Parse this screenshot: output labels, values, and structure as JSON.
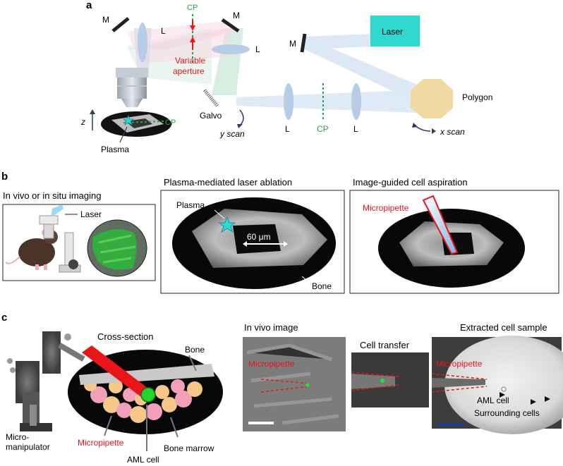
{
  "panel_a": {
    "letter": "a",
    "m_left": "M",
    "l_top_left": "L",
    "cp_top": "CP",
    "variable_aperture_1": "Variable",
    "variable_aperture_2": "aperture",
    "m_center": "M",
    "l_center": "L",
    "m_right": "M",
    "laser": "Laser",
    "polygon": "Polygon",
    "x_scan": "x scan",
    "galvo": "Galvo",
    "y_scan": "y scan",
    "l_bottom_1": "L",
    "cp_bottom": "CP",
    "l_bottom_2": "L",
    "z_axis": "z",
    "cp_sample": "CP",
    "plasma": "Plasma"
  },
  "panel_b": {
    "letter": "b",
    "title_1": "In vivo or in situ imaging",
    "laser_label": "Laser",
    "title_2": "Plasma-mediated laser ablation",
    "plasma_label": "Plasma",
    "scale_label": "60 μm",
    "bone_label": "Bone",
    "title_3": "Image-guided cell aspiration",
    "micropipette_label": "Micropipette"
  },
  "panel_c": {
    "letter": "c",
    "micromanipulator_1": "Micro-",
    "micromanipulator_2": "manipulator",
    "cross_section": "Cross-section",
    "bone": "Bone",
    "micropipette": "Micropipette",
    "bone_marrow": "Bone marrow",
    "aml_cell": "AML cell",
    "in_vivo_image": "In vivo image",
    "micropipette_image": "Micropipette",
    "cell_transfer": "Cell transfer",
    "extracted": "Extracted cell sample",
    "micropipette_extracted": "Micropipette",
    "aml_cell_extracted": "AML cell",
    "surrounding_cells": "Surrounding cells"
  },
  "colors": {
    "red_label": "#e8161b",
    "cp_green": "#22a04a",
    "laser_box": "#2fd9cf",
    "polygon_fill": "#f1d9a3",
    "lens_blue": "#b7cde6",
    "beam_blue": "#dce8f6",
    "beam_pink": "#f7d7e3",
    "beam_green": "#d5ecdf"
  }
}
